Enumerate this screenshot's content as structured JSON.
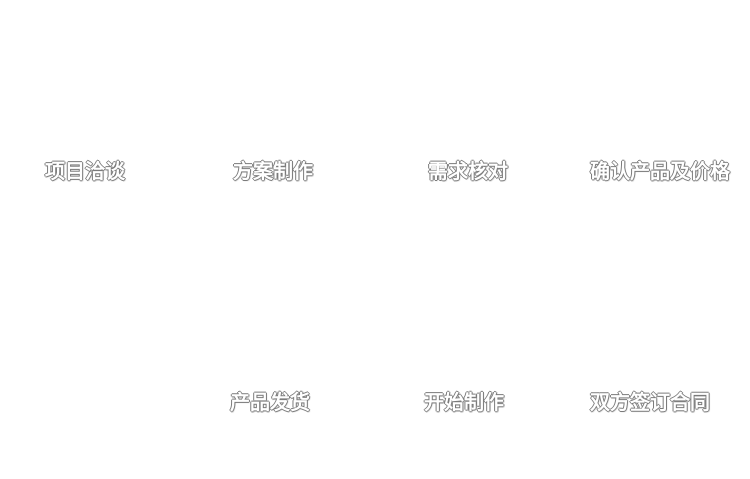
{
  "flow": {
    "steps": [
      {
        "label": "项目洽谈"
      },
      {
        "label": "方案制作"
      },
      {
        "label": "需求核对"
      },
      {
        "label": "确认产品及价格"
      },
      {
        "label": "双方签订合同"
      },
      {
        "label": "开始制作"
      },
      {
        "label": "产品发货"
      }
    ]
  },
  "colors": {
    "background": "#ffffff",
    "label_fill": "#ffffff",
    "label_outline": "#7a7a7a"
  }
}
